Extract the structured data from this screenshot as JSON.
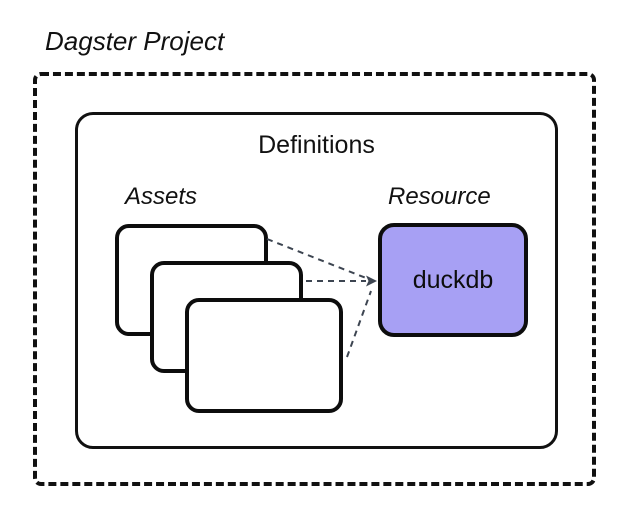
{
  "diagram": {
    "title": "Dagster Project",
    "definitions_label": "Definitions",
    "assets_label": "Assets",
    "resource_label": "Resource",
    "resource_node": {
      "label": "duckdb"
    },
    "asset_cards": [
      {
        "name": "asset-card-1"
      },
      {
        "name": "asset-card-2"
      },
      {
        "name": "asset-card-3"
      }
    ],
    "connections": [
      {
        "from": "asset-card-1",
        "to": "duckdb",
        "style": "dashed-arrow"
      },
      {
        "from": "asset-card-2",
        "to": "duckdb",
        "style": "dashed-arrow"
      },
      {
        "from": "asset-card-3",
        "to": "duckdb",
        "style": "dashed-arrow"
      }
    ],
    "colors": {
      "outline": "#0d0d0d",
      "resource_fill": "#a7a0f4",
      "connector": "#3d4551",
      "background": "#ffffff"
    }
  }
}
